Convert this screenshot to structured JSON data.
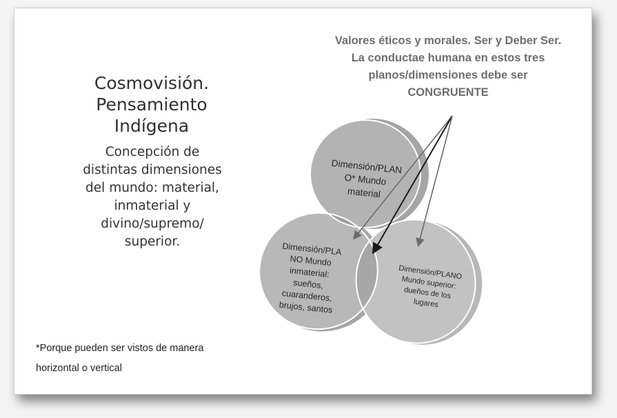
{
  "slide": {
    "title": [
      "Cosmovisión.",
      "Pensamiento",
      "Indígena"
    ],
    "subtitle": [
      "Concepción de",
      "distintas dimensiones",
      "del mundo: material,",
      "inmaterial y",
      "divino/supremo/",
      "superior."
    ],
    "footnote": [
      "*Porque pueden ser vistos de manera",
      "horizontal o vertical"
    ],
    "note": [
      "Valores éticos y morales. Ser y Deber Ser.",
      "La conductae humana en estos tres",
      "planos/dimensiones debe ser",
      "CONGRUENTE"
    ]
  },
  "diagram": {
    "type": "venn",
    "circles": [
      {
        "id": "material",
        "lines": [
          "Dimensión/PLAN",
          "O* Mundo",
          "material"
        ]
      },
      {
        "id": "inmaterial",
        "lines": [
          "Dimensión/PLA",
          "NO Mundo",
          "inmaterial:",
          "sueños,",
          "cuaranderos,",
          "brujos, santos"
        ]
      },
      {
        "id": "superior",
        "lines": [
          "Dimensión/PLANO",
          "Mundo superior:",
          "dueños de los",
          "lugares"
        ]
      }
    ],
    "arrows": [
      {
        "from": "note",
        "to": "material-inmaterial overlap"
      },
      {
        "from": "note",
        "to": "center overlap"
      },
      {
        "from": "note",
        "to": "material-superior overlap"
      }
    ],
    "colors": {
      "circle_fill": "#b3b3b3",
      "circle_shadow": "#8f8f8f",
      "overlap": "#9a9a9a",
      "outline": "#ffffff",
      "arrow_gray": "#6b6b6b",
      "arrow_dark": "#1a1a1a"
    }
  }
}
